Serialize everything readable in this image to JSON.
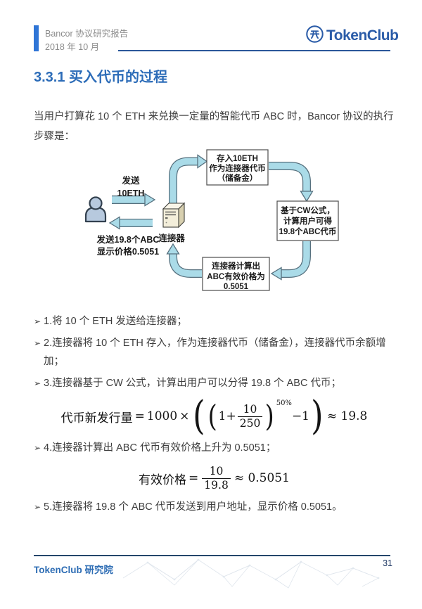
{
  "header": {
    "report_title": "Bancor 协议研究报告",
    "report_date": "2018 年 10 月",
    "logo_text": "TokenClub"
  },
  "section": {
    "title": "3.3.1 买入代币的过程"
  },
  "intro": "当用户打算花 10 个 ETH 来兑换一定量的智能代币 ABC 时，Bancor 协议的执行步骤是：",
  "diagram": {
    "send_label_lines": [
      "发送",
      "10ETH"
    ],
    "connector_label": "连接器",
    "return_label_lines": [
      "发送19.8个ABC",
      "显示价格0.5051"
    ],
    "box_top_lines": [
      "存入10ETH",
      "作为连接器代币",
      "（储备金）"
    ],
    "box_right_lines": [
      "基于CW公式，",
      "计算用户可得",
      "19.8个ABC代币"
    ],
    "box_bottom_lines": [
      "连接器计算出",
      "ABC有效价格为",
      "0.5051"
    ]
  },
  "steps": {
    "marker": "➢",
    "items": [
      "1.将 10 个 ETH 发送给连接器；",
      "2.连接器将 10 个 ETH 存入，作为连接器代币（储备金），连接器代币余额增加；",
      "3.连接器基于 CW 公式，计算出用户可以分得 19.8 个 ABC 代币；",
      "4.连接器计算出 ABC 代币有效价格上升为 0.5051；",
      "5.连接器将 19.8 个 ABC 代币发送到用户地址，显示价格 0.5051。"
    ]
  },
  "formula1": {
    "lhs": "代币新发行量",
    "eq": "=",
    "coef": "1000",
    "times": "×",
    "paren_outer_l": "(",
    "paren_inner_l": "(",
    "one_plus": "1+",
    "frac_num": "10",
    "frac_den": "250",
    "paren_inner_r": ")",
    "exponent": "50%",
    "minus_one": "−1",
    "paren_outer_r": ")",
    "approx": "≈ 19.8"
  },
  "formula2": {
    "lhs": "有效价格",
    "eq": "=",
    "frac_num": "10",
    "frac_den": "19.8",
    "approx": "≈ 0.5051"
  },
  "footer": {
    "org": "TokenClub 研究院",
    "page_number": "31"
  },
  "colors": {
    "accent_blue": "#2f75d6",
    "title_blue": "#2c6cb8",
    "logo_blue": "#2b5ca8",
    "arrow_fill": "#aadbe8",
    "arrow_outline": "#56707e",
    "footer_navy": "#24466b"
  }
}
